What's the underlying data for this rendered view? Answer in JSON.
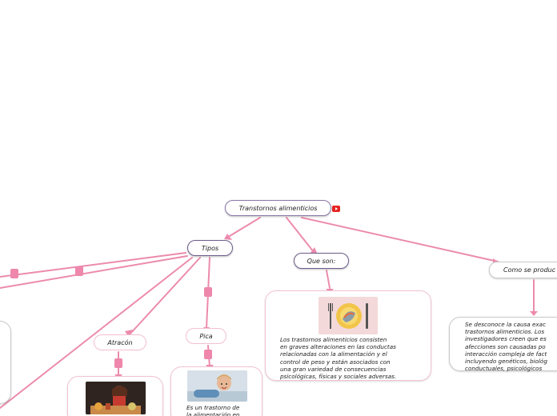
{
  "map": {
    "root": {
      "label": "Transtornos alimenticios",
      "icon": "youtube-icon"
    },
    "tipos": {
      "label": "Tipos"
    },
    "que_son": {
      "label": "Que son:",
      "text": "Los trastornos alimenticios consisten\nen graves alteraciones en las conductas\nrelacionadas con la alimentación y el\ncontrol de peso y están asociados con\nuna gran variedad de consecuencias\npsicológicas, físicas y sociales adversas.",
      "image": "plate-with-fork-and-knife"
    },
    "como_se_produce": {
      "label": "Como se produc",
      "text": "Se desconoce la causa exac\ntrastornos alimenticios. Los\ninvestigadores creen que es\nafecciones son causadas po\ninteracción compleja de fact\nincluyendo genéticos, biológ\nconductuales, psicológicos"
    },
    "atracon": {
      "label": "Atracón",
      "image": "woman-eating-food"
    },
    "pica": {
      "label": "Pica",
      "text": "Es un trastorno de\nla alimentación en",
      "image": "child-lying-on-floor"
    }
  },
  "colors": {
    "connector": "#ec8bad",
    "handle": "#ee87ab",
    "main_border": "#8a7aa8",
    "card_border": "#f2c3d3",
    "youtube": "#e52222"
  }
}
